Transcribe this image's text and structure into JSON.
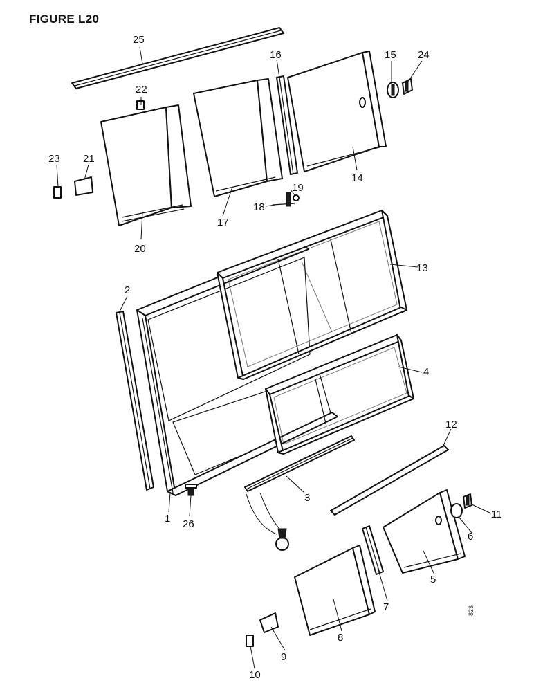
{
  "figure": {
    "title": "FIGURE L20",
    "ref_code": "823"
  },
  "colors": {
    "ink": "#111111",
    "paper": "#ffffff"
  },
  "callouts": [
    {
      "id": "1",
      "label": "1"
    },
    {
      "id": "2",
      "label": "2"
    },
    {
      "id": "3",
      "label": "3"
    },
    {
      "id": "4",
      "label": "4"
    },
    {
      "id": "5",
      "label": "5"
    },
    {
      "id": "6",
      "label": "6"
    },
    {
      "id": "7",
      "label": "7"
    },
    {
      "id": "8",
      "label": "8"
    },
    {
      "id": "9",
      "label": "9"
    },
    {
      "id": "10",
      "label": "10"
    },
    {
      "id": "11",
      "label": "11"
    },
    {
      "id": "12",
      "label": "12"
    },
    {
      "id": "13",
      "label": "13"
    },
    {
      "id": "14",
      "label": "14"
    },
    {
      "id": "15",
      "label": "15"
    },
    {
      "id": "16",
      "label": "16"
    },
    {
      "id": "17",
      "label": "17"
    },
    {
      "id": "18",
      "label": "18"
    },
    {
      "id": "19",
      "label": "19"
    },
    {
      "id": "20",
      "label": "20"
    },
    {
      "id": "21",
      "label": "21"
    },
    {
      "id": "22",
      "label": "22"
    },
    {
      "id": "23",
      "label": "23"
    },
    {
      "id": "24",
      "label": "24"
    },
    {
      "id": "25",
      "label": "25"
    },
    {
      "id": "26",
      "label": "26"
    }
  ]
}
